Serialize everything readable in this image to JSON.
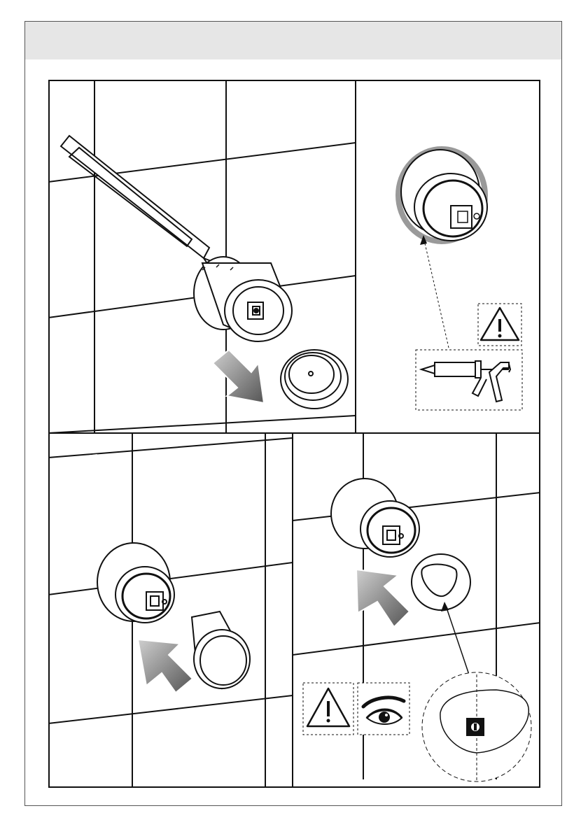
{
  "document": {
    "type": "installation-instructions-page",
    "header_band_color": "#e6e6e6",
    "panels": [
      {
        "id": "step-1",
        "icons": [
          "hex-key-tool-icon",
          "cartridge-icon",
          "cover-cap-icon",
          "remove-arrow-icon"
        ]
      },
      {
        "id": "step-2",
        "icons": [
          "sealant-ring-icon",
          "warning-icon",
          "silicone-gun-icon"
        ]
      },
      {
        "id": "step-3",
        "icons": [
          "cartridge-icon",
          "sleeve-icon",
          "install-arrow-icon"
        ]
      },
      {
        "id": "step-4",
        "icons": [
          "cartridge-icon",
          "rosette-icon",
          "install-arrow-icon",
          "warning-icon",
          "eye-icon",
          "detail-magnifier-icon"
        ]
      }
    ],
    "colors": {
      "line": "#111111",
      "arrow": "#7a7a7a",
      "sealant": "#9a9a9a"
    }
  }
}
